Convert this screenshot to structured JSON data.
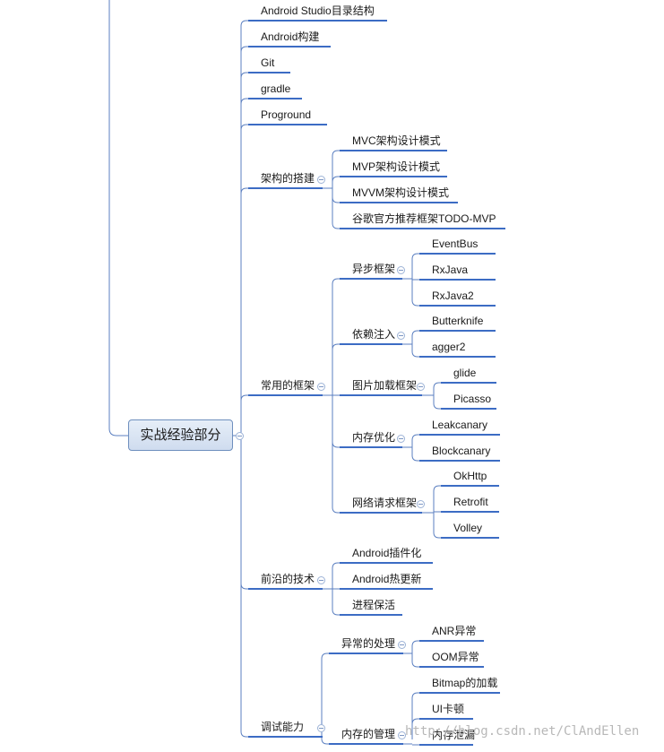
{
  "colors": {
    "line": "#5b7fc0",
    "underline": "#3c6cc4",
    "root_border": "#6e8fbe"
  },
  "root": {
    "label": "实战经验部分"
  },
  "watermark": "http://blog.csdn.net/ClAndEllen",
  "nodes": {
    "as_dir": "Android Studio目录结构",
    "build": "Android构建",
    "git": "Git",
    "gradle": "gradle",
    "proguard": "Proground",
    "arch": "架构的搭建",
    "mvc": "MVC架构设计模式",
    "mvp": "MVP架构设计模式",
    "mvvm": "MVVM架构设计模式",
    "todo": "谷歌官方推荐框架TODO-MVP",
    "common": "常用的框架",
    "async": "异步框架",
    "eventbus": "EventBus",
    "rxjava": "RxJava",
    "rxjava2": "RxJava2",
    "di": "依赖注入",
    "butterknife": "Butterknife",
    "dagger": "agger2",
    "img": "图片加载框架",
    "glide": "glide",
    "picasso": "Picasso",
    "mem_opt": "内存优化",
    "leak": "Leakcanary",
    "block": "Blockcanary",
    "net": "网络请求框架",
    "okhttp": "OkHttp",
    "retrofit": "Retrofit",
    "volley": "Volley",
    "frontier": "前沿的技术",
    "plugin": "Android插件化",
    "hotfix": "Android热更新",
    "keepalive": "进程保活",
    "debug": "调试能力",
    "exc": "异常的处理",
    "anr": "ANR异常",
    "oom": "OOM异常",
    "mem_mgmt": "内存的管理",
    "bitmap": "Bitmap的加载",
    "ui_lag": "UI卡顿",
    "leak_mem": "内存泄漏"
  }
}
